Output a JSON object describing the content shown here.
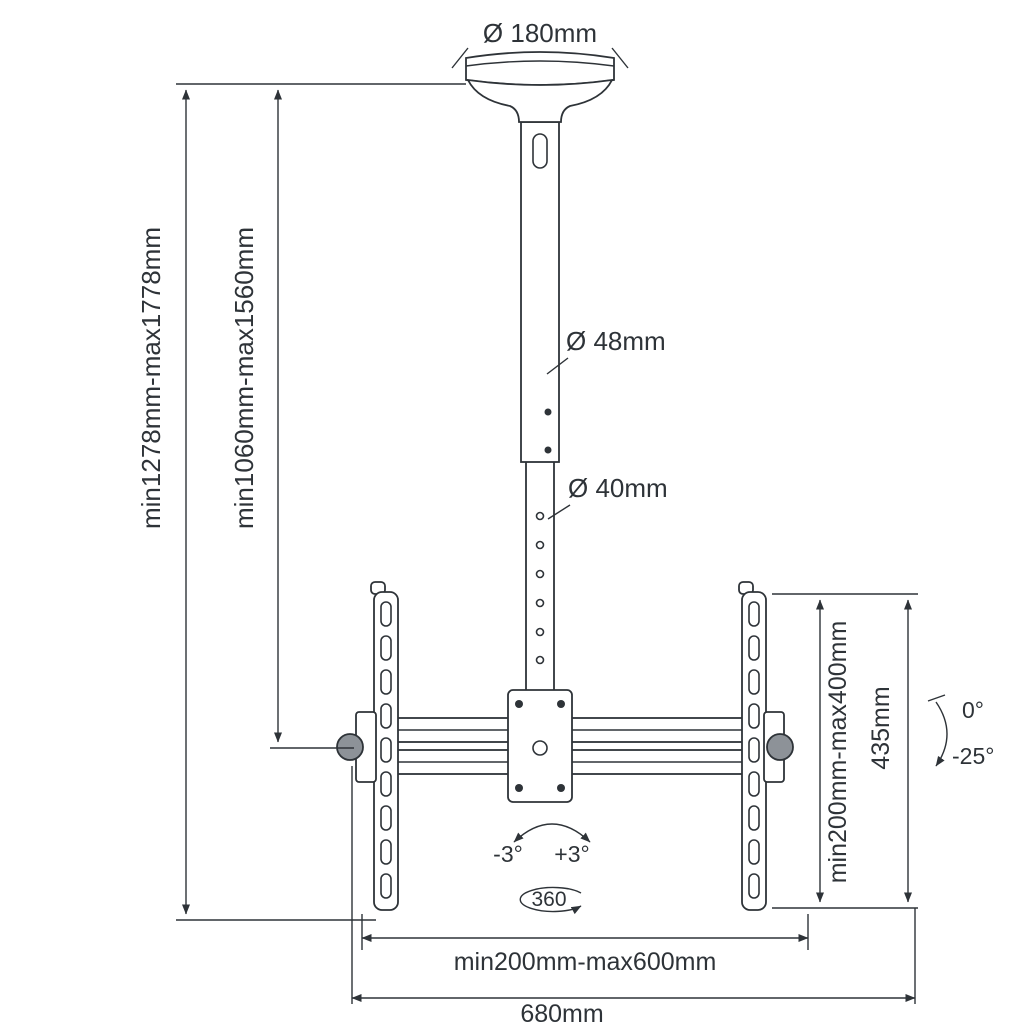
{
  "diagram": {
    "background": "#ffffff",
    "line_color": "#2e3338",
    "text_color": "#2e3338",
    "knob_color": "#8d9298",
    "labels": {
      "dia_top": "Ø 180mm",
      "dia_upper_pole": "Ø 48mm",
      "dia_lower_pole": "Ø 40mm",
      "height_overall": "min1278mm-max1778mm",
      "height_to_arm": "min1060mm-max1560mm",
      "vesa_height_range": "min200mm-max400mm",
      "bracket_height": "435mm",
      "tilt_up": "0°",
      "tilt_down": "-25°",
      "swivel_left": "-3°",
      "swivel_right": "+3°",
      "rotation": "360",
      "vesa_width_range": "min200mm-max600mm",
      "overall_width": "680mm"
    }
  }
}
